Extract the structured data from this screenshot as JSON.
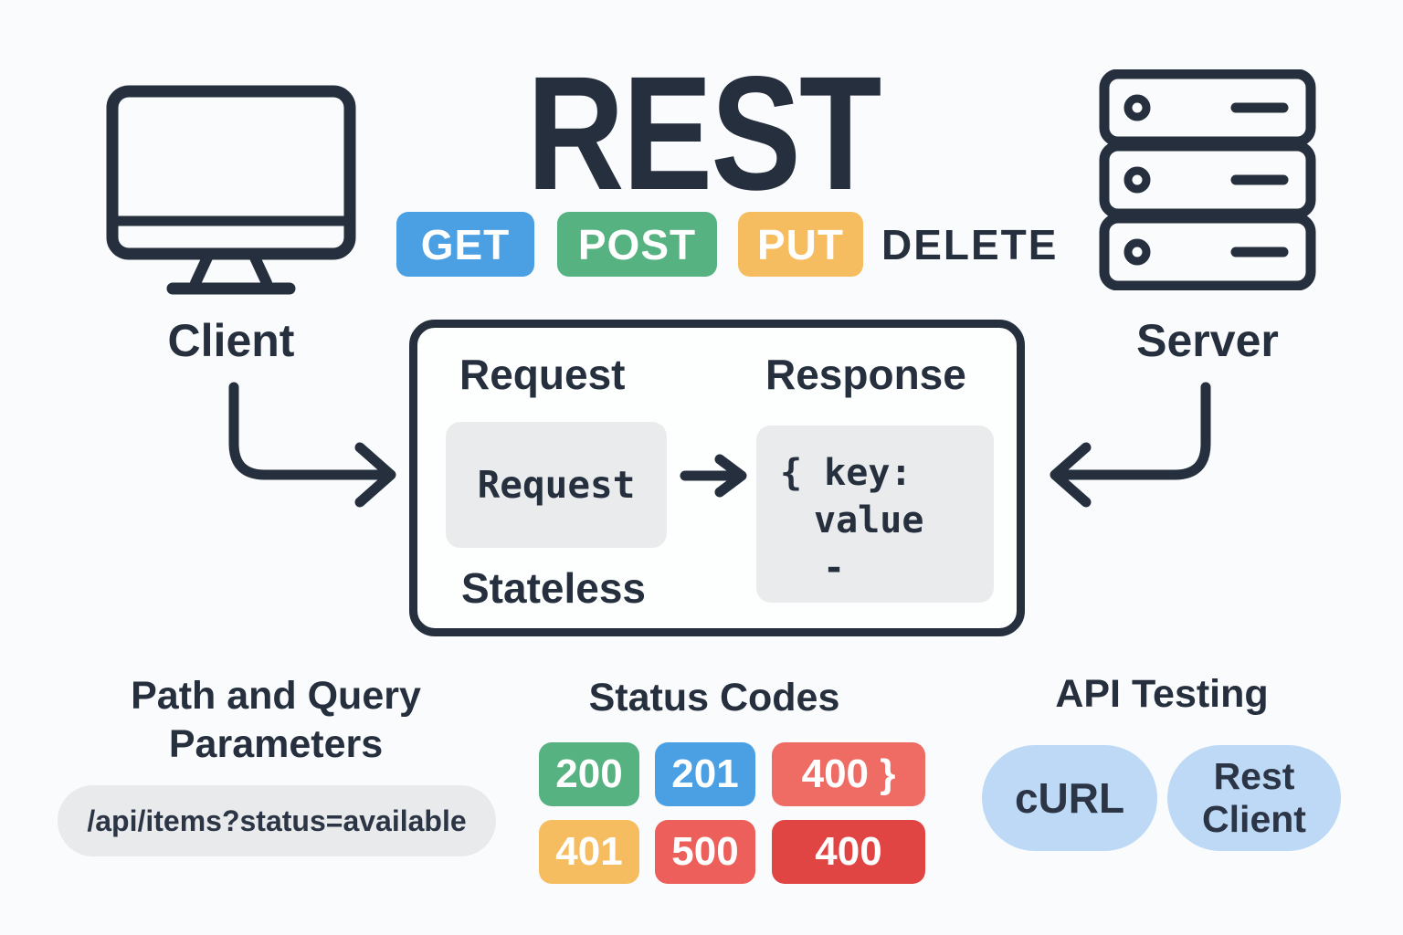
{
  "colors": {
    "background": "#fafbfc",
    "ink": "#252f3d",
    "blue": "#4b9fe3",
    "green": "#57b281",
    "orange": "#f6bd60",
    "salmon": "#ee6c64",
    "red": "#e04544",
    "light_blue": "#bdd9f6",
    "chip_gray": "#e9ebed",
    "pill_gray": "#e8eaec"
  },
  "title": "REST",
  "client": {
    "label": "Client"
  },
  "server": {
    "label": "Server"
  },
  "methods": [
    {
      "label": "GET",
      "color": "#4b9fe3"
    },
    {
      "label": "POST",
      "color": "#57b281"
    },
    {
      "label": "PUT",
      "color": "#f6bd60"
    },
    {
      "label": "DELETE",
      "color": ""
    }
  ],
  "flow_box": {
    "request_header": "Request",
    "response_header": "Response",
    "request_chip": "Request",
    "response_lines": [
      "{ key:",
      "value",
      "-"
    ],
    "stateless": "Stateless"
  },
  "path_query": {
    "title_lines": [
      "Path and Query",
      "Parameters"
    ],
    "example": "/api/items?status=available"
  },
  "status_codes": {
    "title": "Status Codes",
    "badges": [
      {
        "label": "200",
        "color": "#57b281"
      },
      {
        "label": "201",
        "color": "#4b9fe3"
      },
      {
        "label": "400 }",
        "color": "#ee6c64"
      },
      {
        "label": "401",
        "color": "#f6bd60"
      },
      {
        "label": "500",
        "color": "#ed5f5b"
      },
      {
        "label": "400",
        "color": "#e04544"
      }
    ]
  },
  "api_testing": {
    "title": "API Testing",
    "tools": [
      {
        "label": "cURL"
      },
      {
        "label": "Rest Client"
      }
    ]
  }
}
